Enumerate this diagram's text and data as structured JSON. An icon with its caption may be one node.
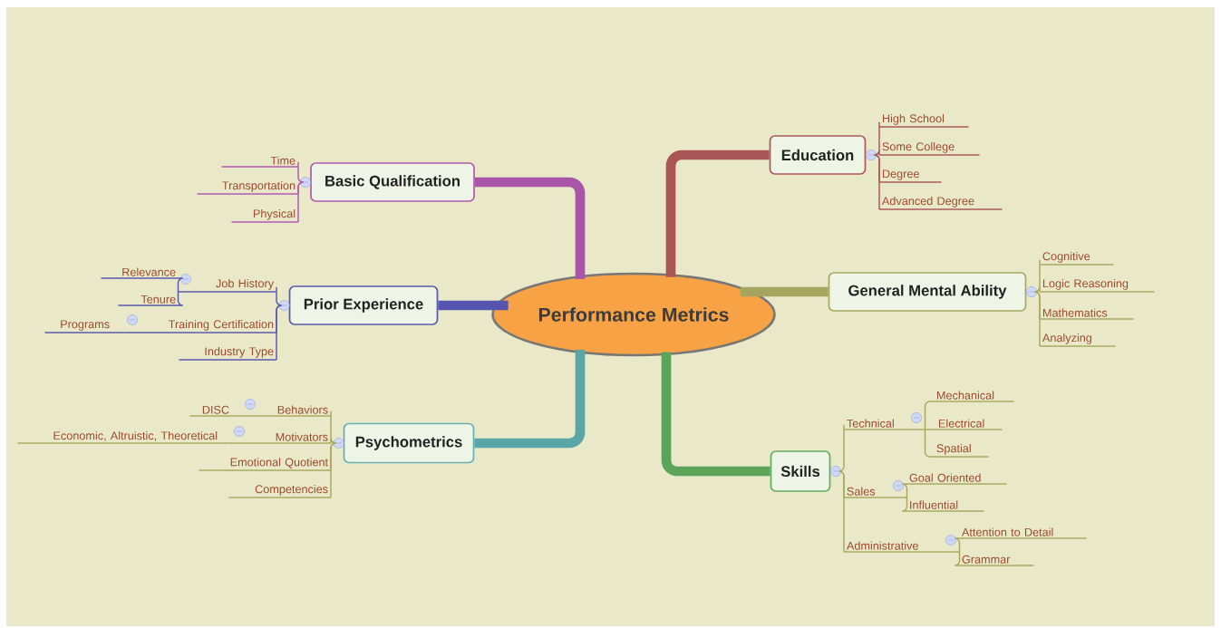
{
  "diagram": {
    "nodes": [
      {
        "text": [
          "Performance Metrics"
        ]
      },
      {
        "text": [
          "Basic Qualification"
        ]
      },
      {
        "text": [
          "Time"
        ]
      },
      {
        "text": [
          "Transportation"
        ]
      },
      {
        "text": [
          "Physical"
        ]
      },
      {
        "text": [
          "Prior Experience"
        ]
      },
      {
        "text": [
          "Job History"
        ]
      },
      {
        "text": [
          "Relevance"
        ]
      },
      {
        "text": [
          "Tenure"
        ]
      },
      {
        "text": [
          "Training Certification"
        ]
      },
      {
        "text": [
          "Programs"
        ]
      },
      {
        "text": [
          "Industry Type"
        ]
      },
      {
        "text": [
          "Psychometrics"
        ]
      },
      {
        "text": [
          "Behaviors"
        ]
      },
      {
        "text": [
          "DISC"
        ]
      },
      {
        "text": [
          "Motivators"
        ]
      },
      {
        "text": [
          "Economic, Altruistic, Theoretical"
        ]
      },
      {
        "text": [
          "Emotional Quotient"
        ]
      },
      {
        "text": [
          "Competencies"
        ]
      },
      {
        "text": [
          "Education"
        ]
      },
      {
        "text": [
          "High School"
        ]
      },
      {
        "text": [
          "Some College"
        ]
      },
      {
        "text": [
          "Degree"
        ]
      },
      {
        "text": [
          "Advanced Degree"
        ]
      },
      {
        "text": [
          "General Mental Ability"
        ]
      },
      {
        "text": [
          "Cognitive"
        ]
      },
      {
        "text": [
          "Logic Reasoning"
        ]
      },
      {
        "text": [
          "Mathematics"
        ]
      },
      {
        "text": [
          "Analyzing"
        ]
      },
      {
        "text": [
          "Skills"
        ]
      },
      {
        "text": [
          "Technical"
        ]
      },
      {
        "text": [
          "Mechanical"
        ]
      },
      {
        "text": [
          "Electrical"
        ]
      },
      {
        "text": [
          "Spatial"
        ]
      },
      {
        "text": [
          "Sales"
        ]
      },
      {
        "text": [
          "Goal Oriented"
        ]
      },
      {
        "text": [
          "Influential"
        ]
      },
      {
        "text": [
          "Administrative"
        ]
      },
      {
        "text": [
          "Attention to Detail"
        ]
      },
      {
        "text": [
          "Grammar"
        ]
      }
    ],
    "edges": [
      {
        "from": 0,
        "to": 1,
        "arrow": "none",
        "style": "thick",
        "color": "#a855aa"
      },
      {
        "from": 1,
        "to": 2,
        "arrow": "none",
        "color": "#b05ab0"
      },
      {
        "from": 1,
        "to": 3,
        "arrow": "none",
        "color": "#b05ab0"
      },
      {
        "from": 1,
        "to": 4,
        "arrow": "none",
        "color": "#b05ab0"
      },
      {
        "from": 0,
        "to": 5,
        "arrow": "none",
        "style": "thick",
        "color": "#5555b0"
      },
      {
        "from": 5,
        "to": 6,
        "arrow": "none",
        "color": "#5a5aaa"
      },
      {
        "from": 6,
        "to": 7,
        "arrow": "none",
        "color": "#5a5aaa"
      },
      {
        "from": 6,
        "to": 8,
        "arrow": "none",
        "color": "#5a5aaa"
      },
      {
        "from": 5,
        "to": 9,
        "arrow": "none",
        "color": "#5a5aaa"
      },
      {
        "from": 9,
        "to": 10,
        "arrow": "none",
        "color": "#5a5aaa"
      },
      {
        "from": 5,
        "to": 11,
        "arrow": "none",
        "color": "#5a5aaa"
      },
      {
        "from": 0,
        "to": 12,
        "arrow": "none",
        "style": "thick",
        "color": "#5aa5a5"
      },
      {
        "from": 12,
        "to": 13,
        "arrow": "none",
        "color": "#a8a860"
      },
      {
        "from": 13,
        "to": 14,
        "arrow": "none",
        "color": "#a8a860"
      },
      {
        "from": 12,
        "to": 15,
        "arrow": "none",
        "color": "#a8a860"
      },
      {
        "from": 15,
        "to": 16,
        "arrow": "none",
        "color": "#a8a860"
      },
      {
        "from": 12,
        "to": 17,
        "arrow": "none",
        "color": "#a8a860"
      },
      {
        "from": 12,
        "to": 18,
        "arrow": "none",
        "color": "#a8a860"
      },
      {
        "from": 0,
        "to": 19,
        "arrow": "none",
        "style": "thick",
        "color": "#aa5555"
      },
      {
        "from": 19,
        "to": 20,
        "arrow": "none",
        "color": "#aa5a5a"
      },
      {
        "from": 19,
        "to": 21,
        "arrow": "none",
        "color": "#aa5a5a"
      },
      {
        "from": 19,
        "to": 22,
        "arrow": "none",
        "color": "#aa5a5a"
      },
      {
        "from": 19,
        "to": 23,
        "arrow": "none",
        "color": "#aa5a5a"
      },
      {
        "from": 0,
        "to": 24,
        "arrow": "none",
        "style": "thick",
        "color": "#a5a560"
      },
      {
        "from": 24,
        "to": 25,
        "arrow": "none",
        "color": "#a8a860"
      },
      {
        "from": 24,
        "to": 26,
        "arrow": "none",
        "color": "#a8a860"
      },
      {
        "from": 24,
        "to": 27,
        "arrow": "none",
        "color": "#a8a860"
      },
      {
        "from": 24,
        "to": 28,
        "arrow": "none",
        "color": "#a8a860"
      },
      {
        "from": 0,
        "to": 29,
        "arrow": "none",
        "style": "thick",
        "color": "#5aa55a"
      },
      {
        "from": 29,
        "to": 30,
        "arrow": "none",
        "color": "#a8a860"
      },
      {
        "from": 30,
        "to": 31,
        "arrow": "none",
        "color": "#a8a860"
      },
      {
        "from": 30,
        "to": 32,
        "arrow": "none",
        "color": "#a8a860"
      },
      {
        "from": 30,
        "to": 33,
        "arrow": "none",
        "color": "#a8a860"
      },
      {
        "from": 29,
        "to": 34,
        "arrow": "none",
        "color": "#a8a860"
      },
      {
        "from": 34,
        "to": 35,
        "arrow": "none",
        "color": "#a8a860"
      },
      {
        "from": 34,
        "to": 36,
        "arrow": "none",
        "color": "#a8a860"
      },
      {
        "from": 29,
        "to": 37,
        "arrow": "none",
        "color": "#a8a860"
      },
      {
        "from": 37,
        "to": 38,
        "arrow": "none",
        "color": "#a8a860"
      },
      {
        "from": 37,
        "to": 39,
        "arrow": "none",
        "color": "#a8a860"
      }
    ]
  }
}
